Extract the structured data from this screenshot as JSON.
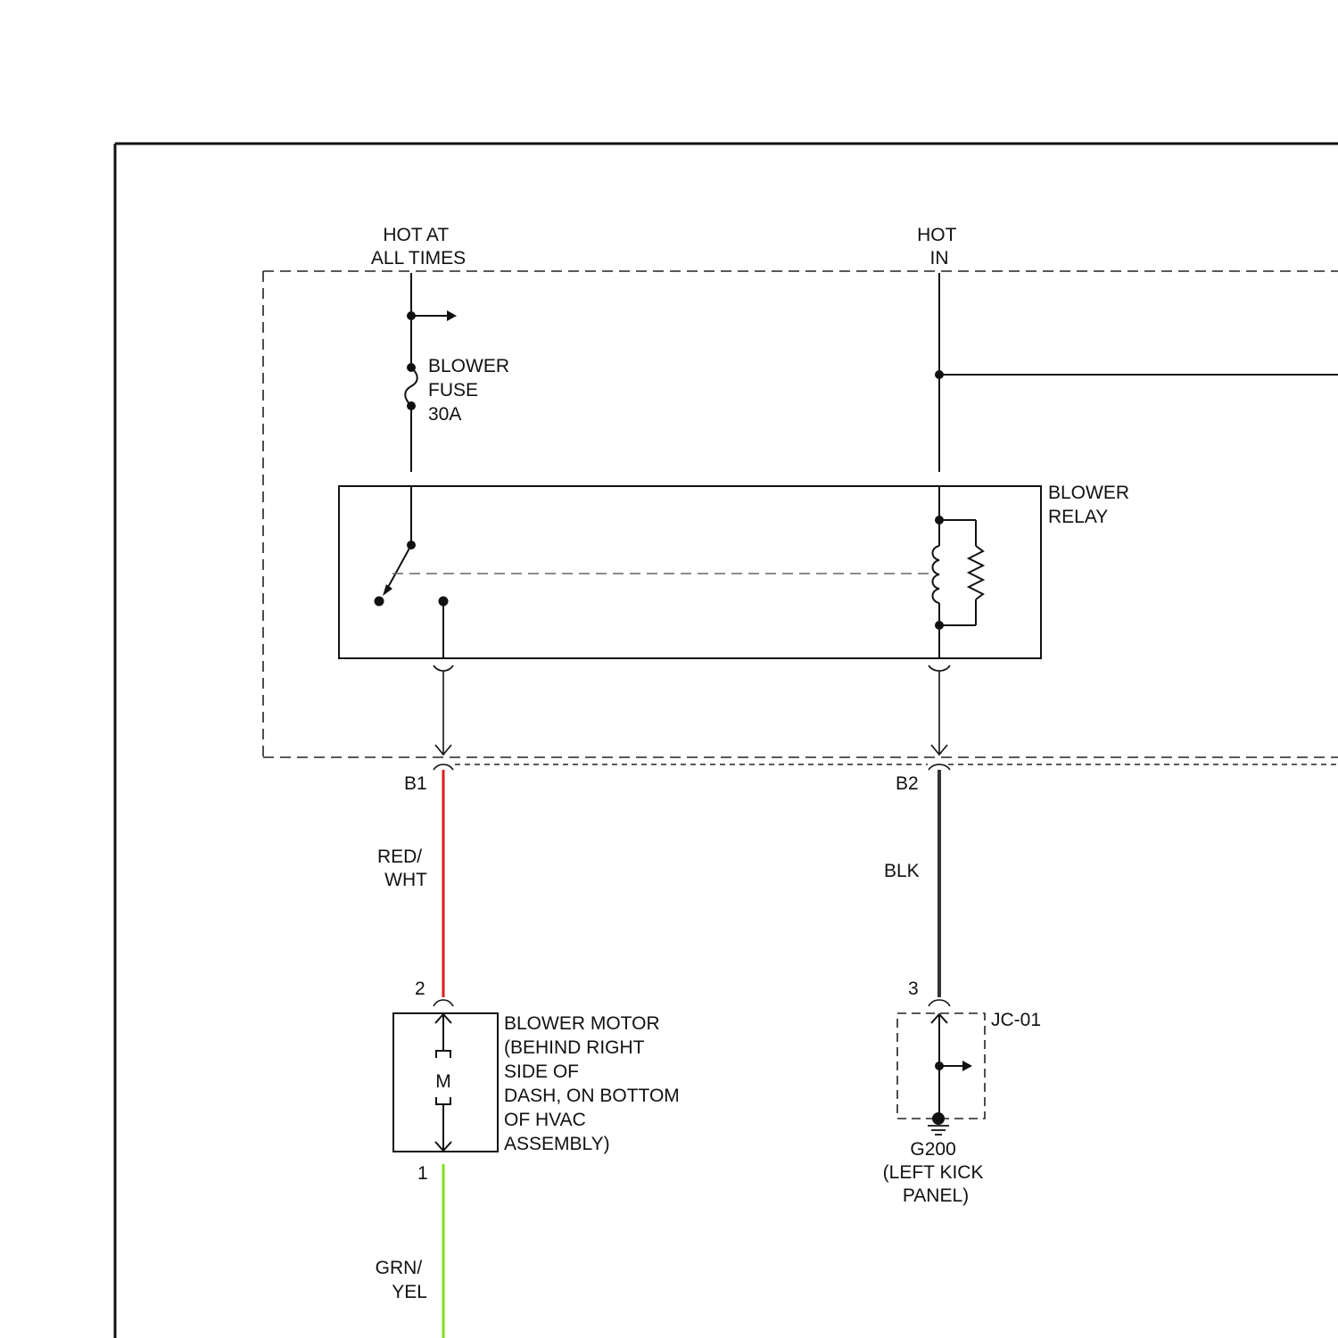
{
  "labels": {
    "hot_at_all_times": [
      "HOT AT",
      "ALL TIMES"
    ],
    "hot_in": [
      "HOT",
      "IN"
    ],
    "blower_fuse": [
      "BLOWER",
      "FUSE",
      "30A"
    ],
    "blower_relay": [
      "BLOWER",
      "RELAY"
    ],
    "blower_motor": [
      "BLOWER MOTOR",
      "(BEHIND RIGHT",
      "SIDE OF",
      "DASH, ON BOTTOM",
      "OF HVAC",
      "ASSEMBLY)"
    ],
    "motor_symbol": "M",
    "ground": [
      "G200",
      "(LEFT KICK",
      "PANEL)"
    ],
    "junction": "JC-01"
  },
  "connectors": {
    "b1": "B1",
    "b2": "B2",
    "motor_pin_2": "2",
    "motor_pin_1": "1",
    "junction_pin_3": "3"
  },
  "wires": {
    "red_wht": {
      "label": [
        "RED/",
        "WHT"
      ],
      "color": "#dd1c1c"
    },
    "blk": {
      "label": "BLK",
      "color": "#333333"
    },
    "grn_yel": {
      "label": [
        "GRN/",
        "YEL"
      ],
      "color": "#7ee21c"
    }
  },
  "colors": {
    "line": "#111111",
    "dash": "#222222",
    "background": "#ffffff"
  }
}
